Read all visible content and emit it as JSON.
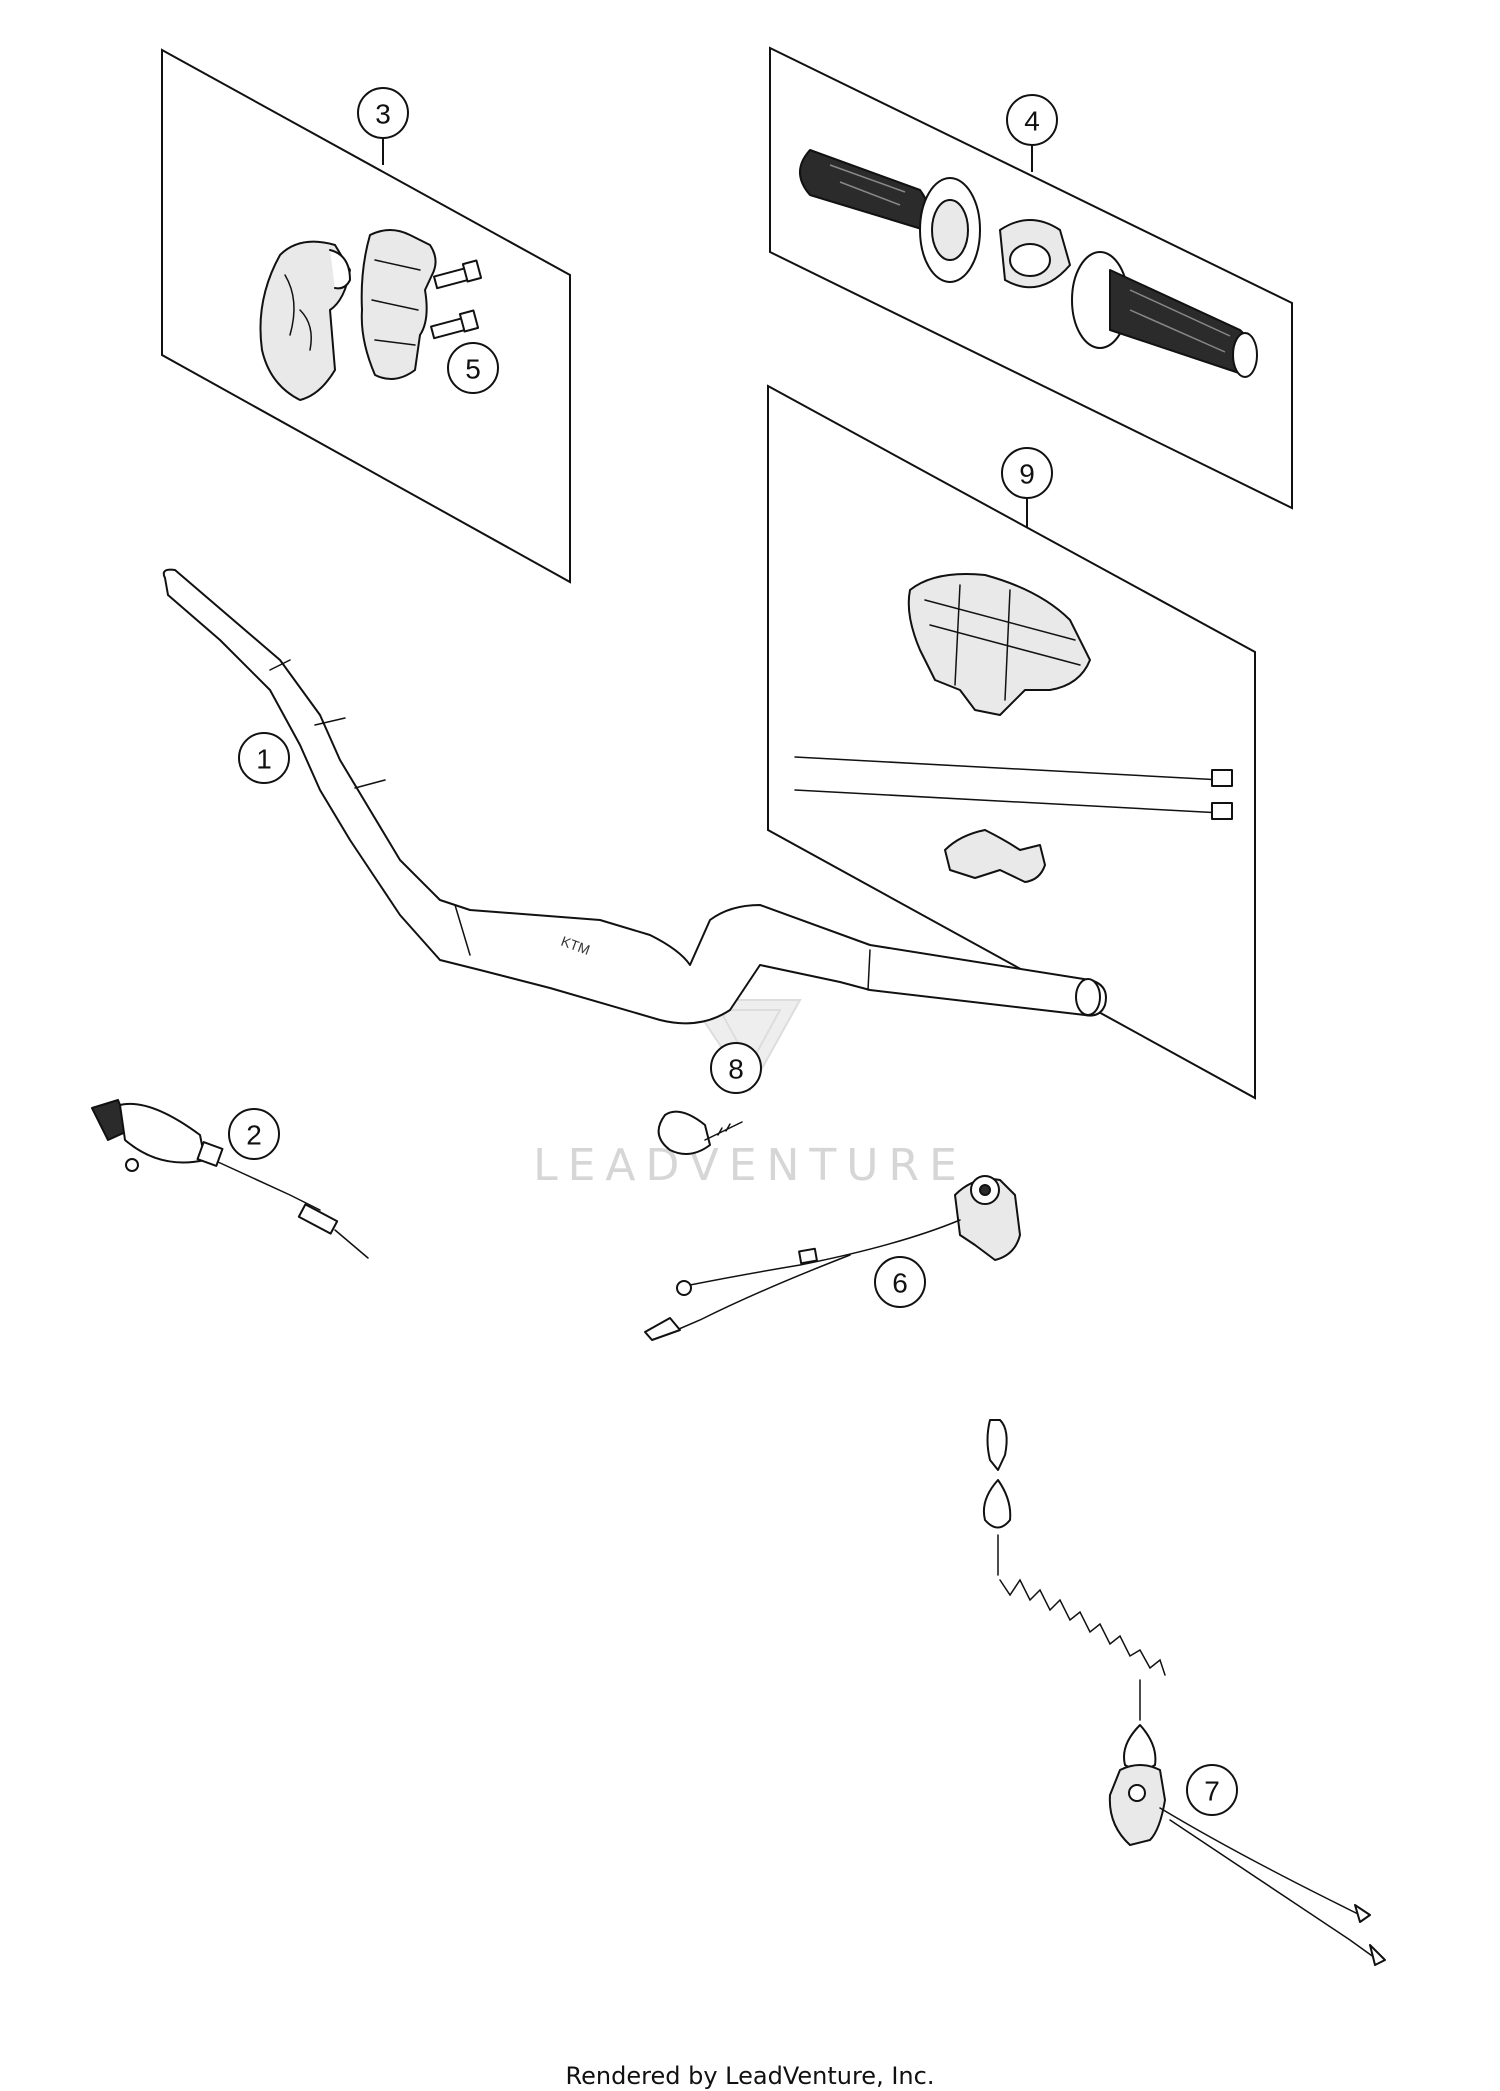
{
  "callouts": {
    "c1": "1",
    "c2": "2",
    "c3": "3",
    "c4": "4",
    "c5": "5",
    "c6": "6",
    "c7": "7",
    "c8": "8",
    "c9": "9"
  },
  "watermark": "LEADVENTURE",
  "bar_marking": "KTM",
  "footer": "Rendered by LeadVenture, Inc."
}
